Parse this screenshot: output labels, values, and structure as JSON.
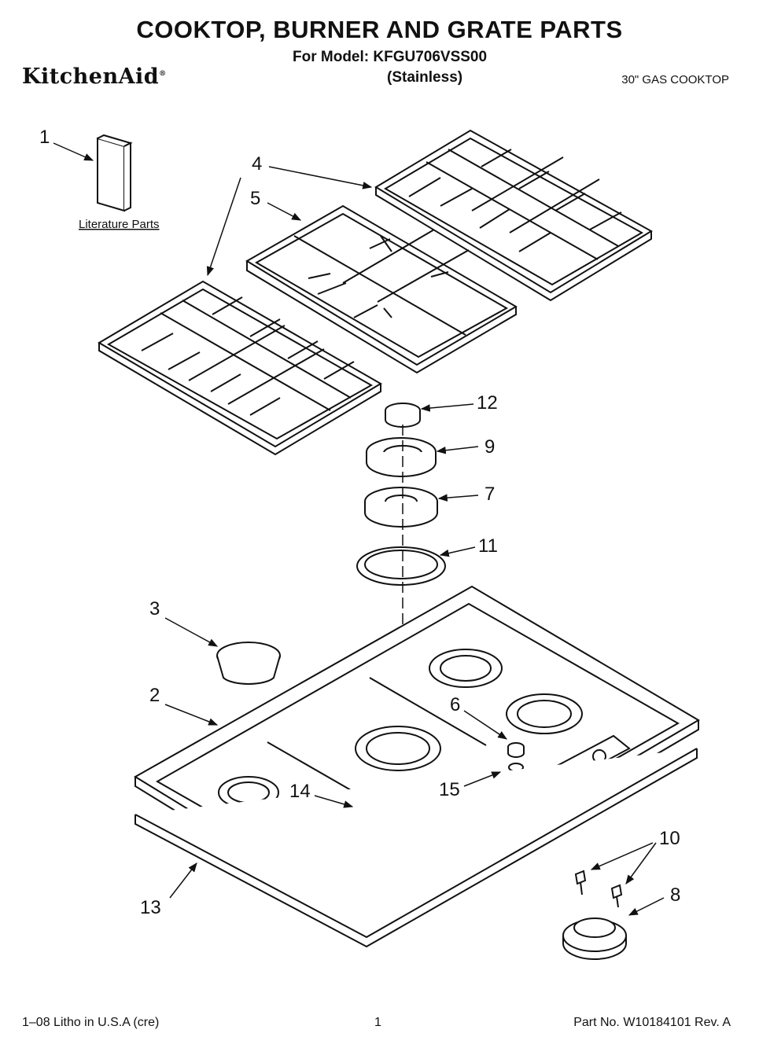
{
  "header": {
    "title": "COOKTOP, BURNER AND GRATE PARTS",
    "model_line": "For Model: KFGU706VSS00",
    "finish": "(Stainless)",
    "brand": "KitchenAid",
    "product_type": "30\" GAS COOKTOP"
  },
  "diagram": {
    "literature_label": "Literature Parts",
    "callouts": [
      "1",
      "2",
      "3",
      "4",
      "5",
      "6",
      "7",
      "8",
      "9",
      "10",
      "11",
      "12",
      "13",
      "14",
      "15"
    ]
  },
  "footer": {
    "litho": "1–08 Litho in U.S.A (cre)",
    "page": "1",
    "part_no": "Part No. W10184101 Rev. A"
  }
}
